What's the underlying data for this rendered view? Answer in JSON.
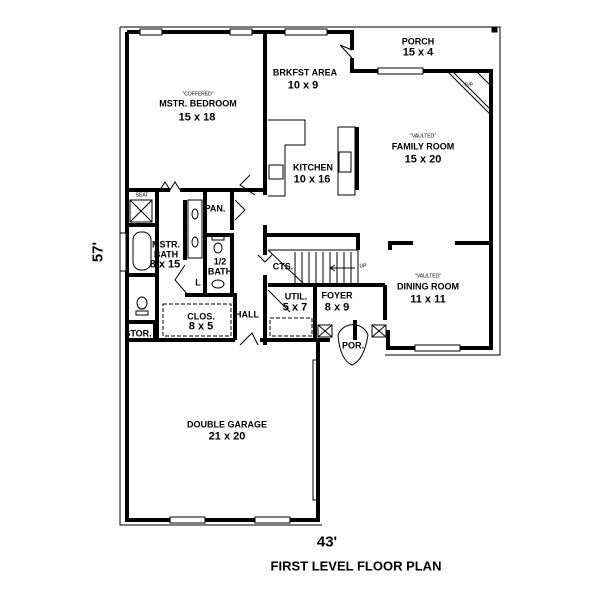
{
  "title": "FIRST LEVEL FLOOR PLAN",
  "dimensions": {
    "width": "43'",
    "depth": "57'"
  },
  "rooms": {
    "porch": {
      "name": "PORCH",
      "size": "15 x 4"
    },
    "breakfast": {
      "name": "BRKFST AREA",
      "size": "10 x 9"
    },
    "master_bedroom": {
      "note": "\"COFFERED\"",
      "name": "MSTR. BEDROOM",
      "size": "15 x 18"
    },
    "family_room": {
      "note": "\"VAULTED\"",
      "name": "FAMILY ROOM",
      "size": "15 x 20"
    },
    "kitchen": {
      "name": "KITCHEN",
      "size": "10 x 16"
    },
    "pantry": {
      "name": "PAN."
    },
    "master_bath": {
      "name1": "MSTR.",
      "name2": "BATH",
      "size": "8 x 15"
    },
    "half_bath": {
      "name1": "1/2",
      "name2": "BATH"
    },
    "cts": {
      "name": "CTS."
    },
    "stairs": {
      "label": "UP"
    },
    "dining_room": {
      "note": "\"VAULTED\"",
      "name": "DINING ROOM",
      "size": "11 x 11"
    },
    "utility": {
      "name": "UTIL.",
      "size": "5 x 7"
    },
    "foyer": {
      "name": "FOYER",
      "size": "8 x 9"
    },
    "closet": {
      "name": "CLOS.",
      "size": "8 x 5"
    },
    "hall": {
      "name": "HALL"
    },
    "storage": {
      "name": "STOR."
    },
    "front_porch": {
      "name": "POR."
    },
    "garage": {
      "name": "DOUBLE GARAGE",
      "size": "21 x 20"
    },
    "fireplace": {
      "label": "F/P"
    },
    "shower_seat": {
      "label": "SEAT"
    },
    "linen": {
      "label": "L"
    }
  }
}
